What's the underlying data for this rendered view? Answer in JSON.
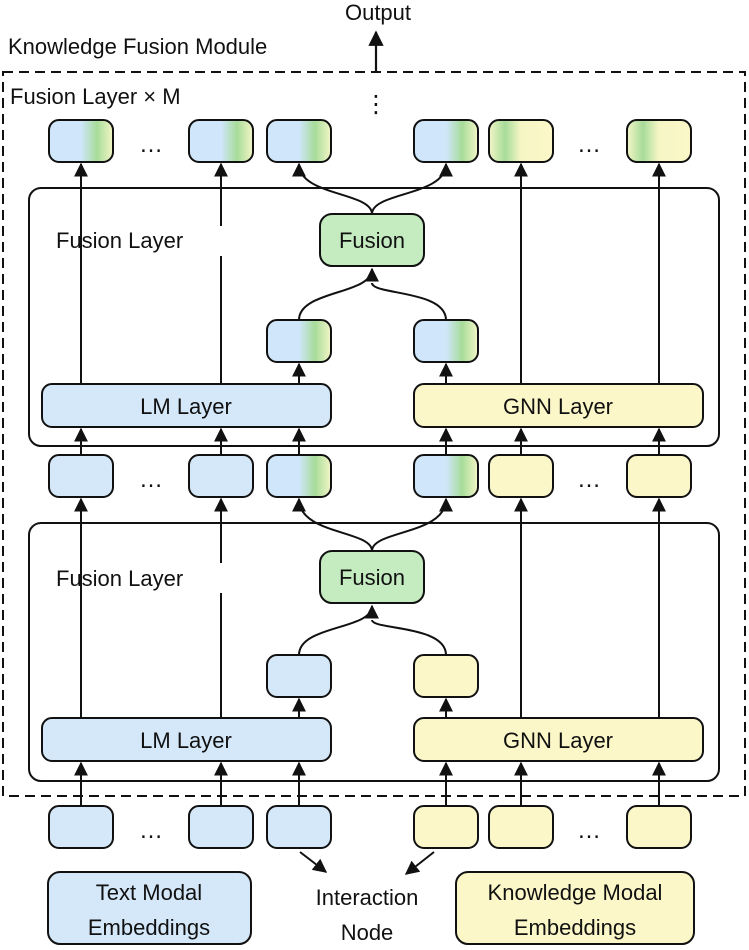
{
  "title": {
    "output": "Output",
    "module": "Knowledge Fusion Module",
    "fusion_repeat": "Fusion  Layer × M",
    "vdots": "⋮"
  },
  "layers": {
    "fusion_layer_label": "Fusion Layer",
    "fusion_label": "Fusion",
    "lm_layer_label": "LM Layer",
    "gnn_layer_label": "GNN Layer"
  },
  "ellipsis": "…",
  "legend": {
    "text_line1": "Text Modal",
    "text_line2": "Embeddings",
    "interaction_line1": "Interaction",
    "interaction_line2": "Node",
    "knowledge_line1": "Knowledge Modal",
    "knowledge_line2": "Embeddings"
  },
  "colors": {
    "blue_fill": "#d4e8fa",
    "blue_stroke": "#222222",
    "yellow_fill": "#fcf7c8",
    "green_fill": "#c5ecc0",
    "line": "#111111",
    "dashed": "#111111"
  }
}
